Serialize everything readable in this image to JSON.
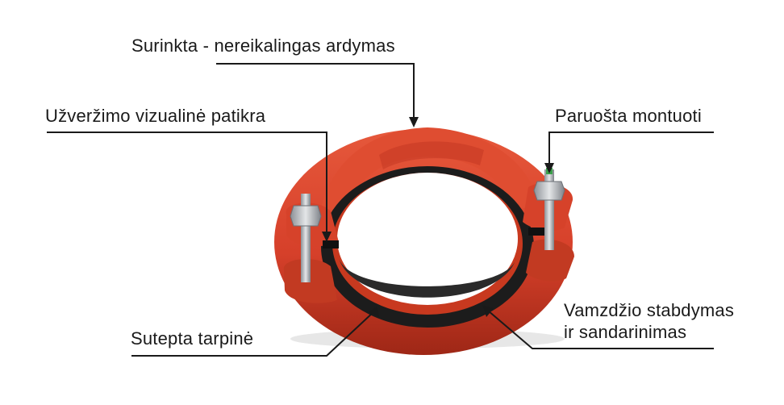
{
  "labels": {
    "top": "Surinkta - nereikalingas ardymas",
    "left": "Užveržimo vizualinė patikra",
    "right": "Paruošta montuoti",
    "bottom_left": "Sutepta tarpinė",
    "bottom_right_line1": "Vamzdžio stabdymas",
    "bottom_right_line2": "ir sandarinimas"
  },
  "colors": {
    "coupling": "#d9432a",
    "coupling_dark": "#a82a17",
    "gasket": "#1c1c1c",
    "bolt": "#b9bcc0",
    "leader": "#1a1a1a"
  }
}
